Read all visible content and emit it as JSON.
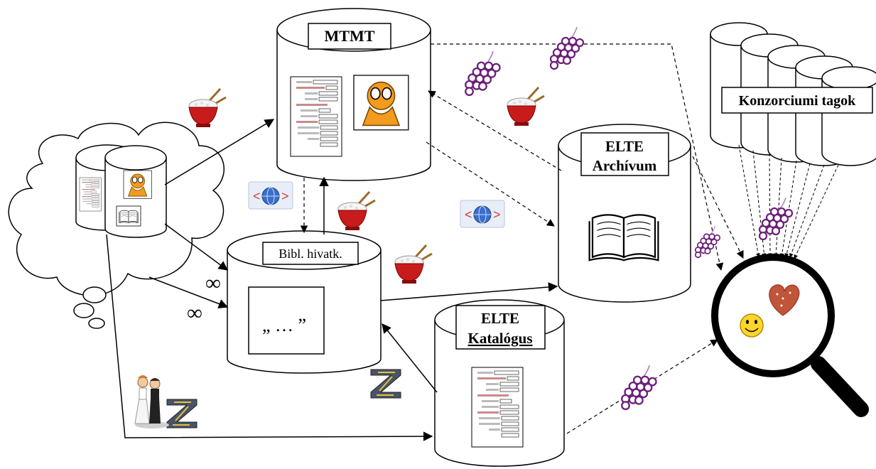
{
  "labels": {
    "mtmt": "MTMT",
    "bibl": "Bibl. hivatk.",
    "quote": "„ … ”",
    "archivum_line1": "ELTE",
    "archivum_line2": "Archívum",
    "katalogus_line1": "ELTE",
    "katalogus_line2": "Katalógus",
    "konzorcium": "Konzorciumi tagok",
    "infinity": "∞"
  },
  "icons": [
    "rice-bowl-icon",
    "grapes-icon",
    "globe-xml-icon",
    "garfield-icon",
    "book-icon",
    "form-document-icon",
    "magnifier-icon",
    "heart-icon",
    "smiley-icon",
    "wedding-couple-icon",
    "z-logo-icon",
    "cloud-icon",
    "database-icon"
  ]
}
